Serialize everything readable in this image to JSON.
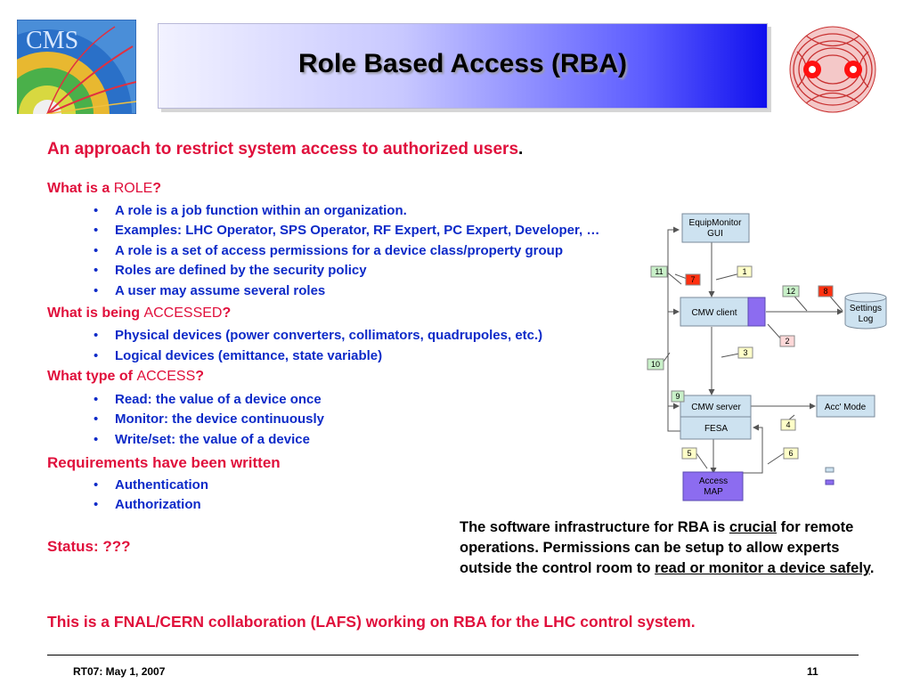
{
  "header": {
    "title": "Role Based Access (RBA)",
    "left_logo_text": "CMS"
  },
  "intro": "An approach to restrict system access to authorized users",
  "intro_end": ".",
  "sections": [
    {
      "prefix": "What is a ",
      "keyword": "ROLE",
      "suffix": "?",
      "bullets": [
        "A role is a job function within an organization.",
        "Examples: LHC Operator, SPS Operator, RF Expert, PC Expert, Developer, …",
        "A role is a set of access permissions for a device class/property group",
        "Roles are defined by the security policy",
        "A user may assume several roles"
      ]
    },
    {
      "prefix": "What is being ",
      "keyword": "ACCESSED",
      "suffix": "?",
      "bullets": [
        "Physical devices (power converters, collimators, quadrupoles, etc.)",
        "Logical devices (emittance, state variable)"
      ]
    },
    {
      "prefix": "What type of ",
      "keyword": "ACCESS",
      "suffix": "?",
      "bullets": [
        "Read: the value of a device once",
        "Monitor: the device continuously",
        "Write/set: the value of a device"
      ]
    },
    {
      "prefix": "Requirements have been written",
      "keyword": "",
      "suffix": "",
      "bullets": [
        "Authentication",
        "Authorization"
      ]
    }
  ],
  "status": "Status:  ???",
  "note": {
    "p1": "The software infrastructure for RBA is ",
    "u1": "crucial",
    "p2": " for remote operations.   Permissions can be setup to allow experts outside the control room to ",
    "u2": "read or monitor a device safely",
    "p3": "."
  },
  "collaboration": "This is a FNAL/CERN collaboration (LAFS) working on RBA for the LHC control system.",
  "footer": {
    "left": "RT07: May 1, 2007",
    "right": "11"
  },
  "diagram": {
    "boxes": {
      "equip_gui_l1": "EquipMonitor",
      "equip_gui_l2": "GUI",
      "cmw_client": "CMW client",
      "settings_l1": "Settings",
      "settings_l2": "Log",
      "cmw_server": "CMW server",
      "fesa": "FESA",
      "acc_mode": "Acc' Mode",
      "access_map_l1": "Access",
      "access_map_l2": "MAP"
    },
    "numbers": [
      "1",
      "2",
      "3",
      "4",
      "5",
      "6",
      "7",
      "8",
      "9",
      "10",
      "11",
      "12"
    ],
    "colors": {
      "box_fill": "#cde2f0",
      "purple": "#8c6cf0",
      "green": "#c8f0c8",
      "yellow": "#ffffc8",
      "pink": "#ffd8d8",
      "red": "#ff3010"
    }
  }
}
